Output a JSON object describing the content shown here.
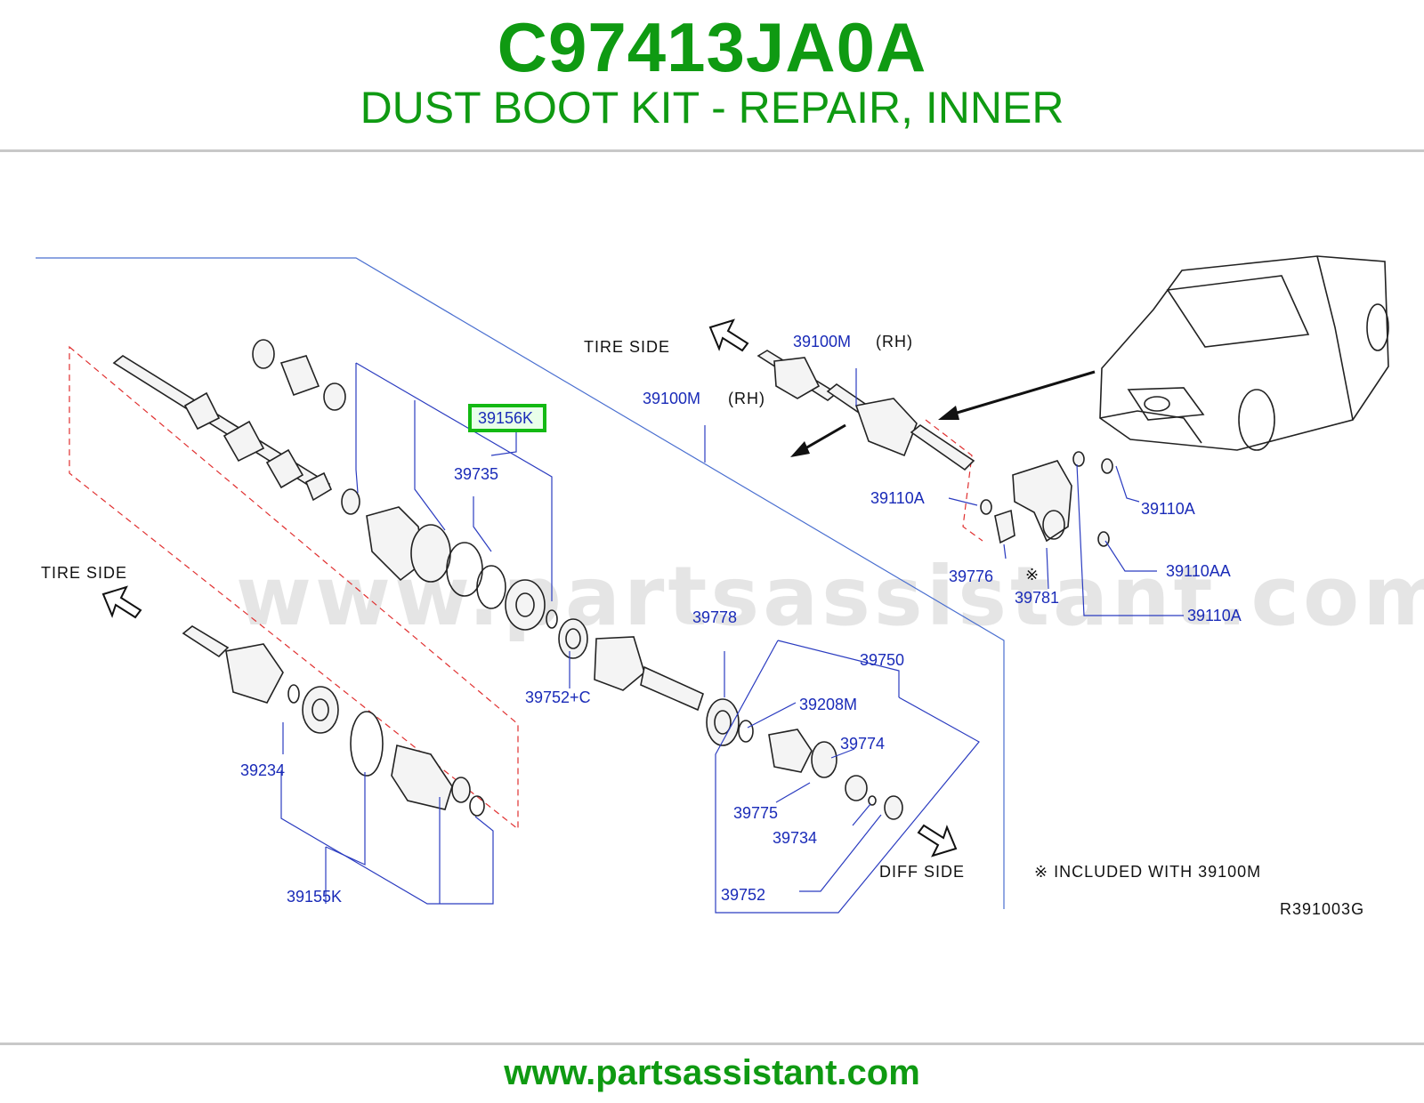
{
  "header": {
    "part_number": "C97413JA0A",
    "description": "DUST BOOT KIT - REPAIR, INNER"
  },
  "footer": {
    "url": "www.partsassistant.com"
  },
  "diagram": {
    "watermark": "www.partsassistant.com",
    "highlighted_callout": "39156K",
    "highlight_color": "#13b913",
    "brand_color": "#0f9a12",
    "callout_color": "#1a2bb8",
    "notes": {
      "tire_side_top": "TIRE   SIDE",
      "tire_side_left": "TIRE   SIDE",
      "diff_side": "DIFF   SIDE",
      "included_with": "※  INCLUDED   WITH   39100M",
      "reference_mark": "※",
      "drawing_code": "R391003G",
      "rh_1": "(RH)",
      "rh_2": "(RH)"
    },
    "callouts": {
      "c39100M_a": "39100M",
      "c39100M_b": "39100M",
      "c39156K": "39156K",
      "c39735": "39735",
      "c39110A_a": "39110A",
      "c39110A_b": "39110A",
      "c39110AA": "39110AA",
      "c39110A_c": "39110A",
      "c39776": "39776",
      "c39781": "39781",
      "c39778": "39778",
      "c39752C": "39752+C",
      "c39750": "39750",
      "c39208M": "39208M",
      "c39774": "39774",
      "c39775": "39775",
      "c39734": "39734",
      "c39752": "39752",
      "c39234": "39234",
      "c39155K": "39155K"
    }
  }
}
